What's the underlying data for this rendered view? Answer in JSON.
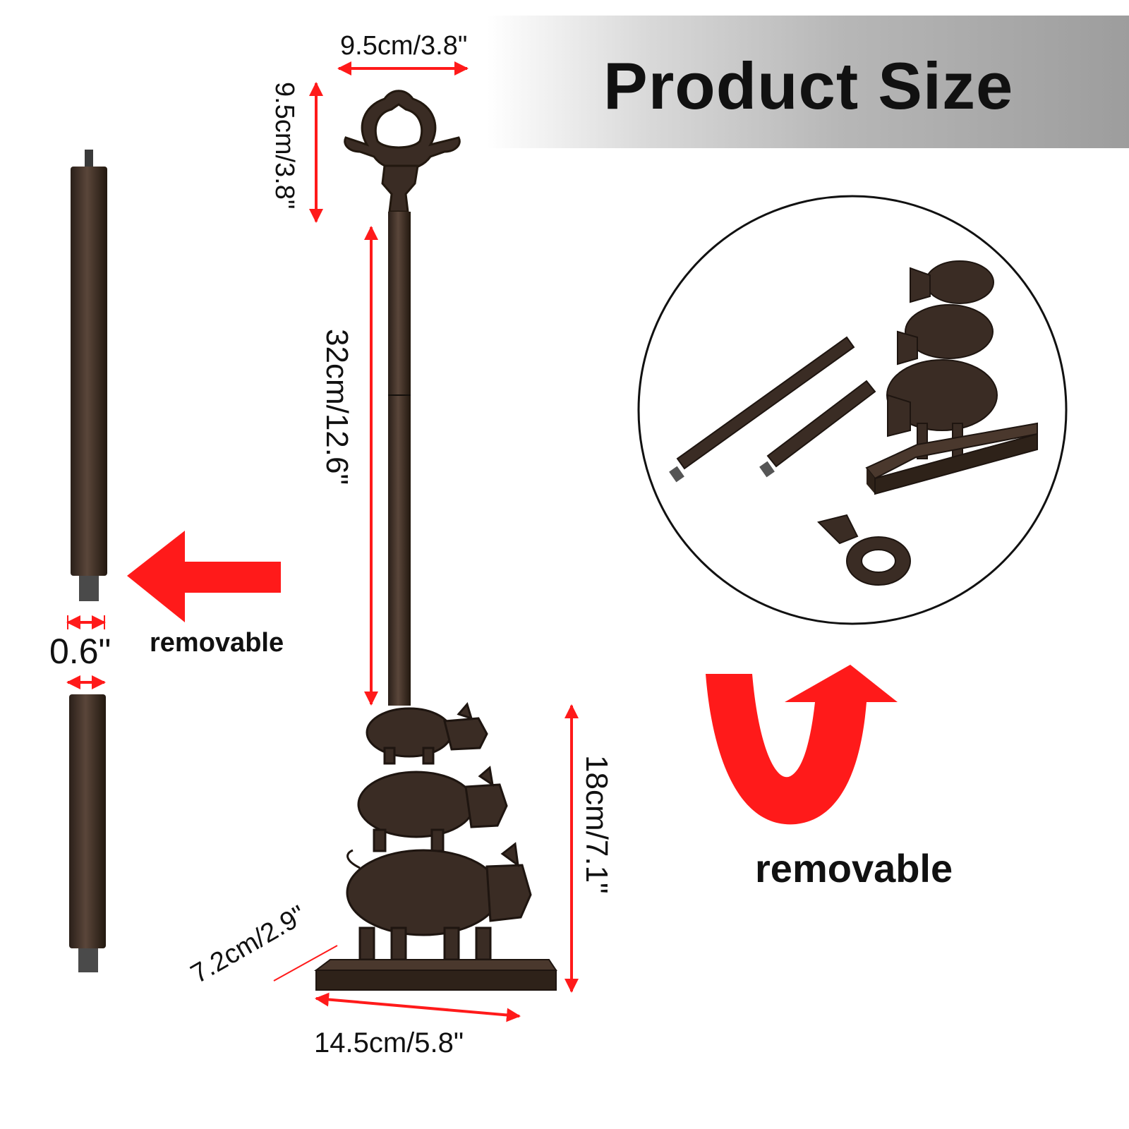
{
  "title": "Product Size",
  "dimensions": {
    "handle_width": "9.5cm/3.8\"",
    "handle_height": "9.5cm/3.8\"",
    "rod_length": "32cm/12.6\"",
    "base_height": "18cm/7.1\"",
    "base_depth": "7.2cm/2.9\"",
    "base_width": "14.5cm/5.8\"",
    "rod_thread": "0.6\""
  },
  "labels": {
    "left_removable": "removable",
    "right_removable": "removable"
  },
  "colors": {
    "arrow_red": "#ff1a1a",
    "iron_brown": "#3a2c24",
    "text": "#111111"
  },
  "icons": [
    "left-arrow-icon",
    "u-turn-arrow-icon"
  ]
}
